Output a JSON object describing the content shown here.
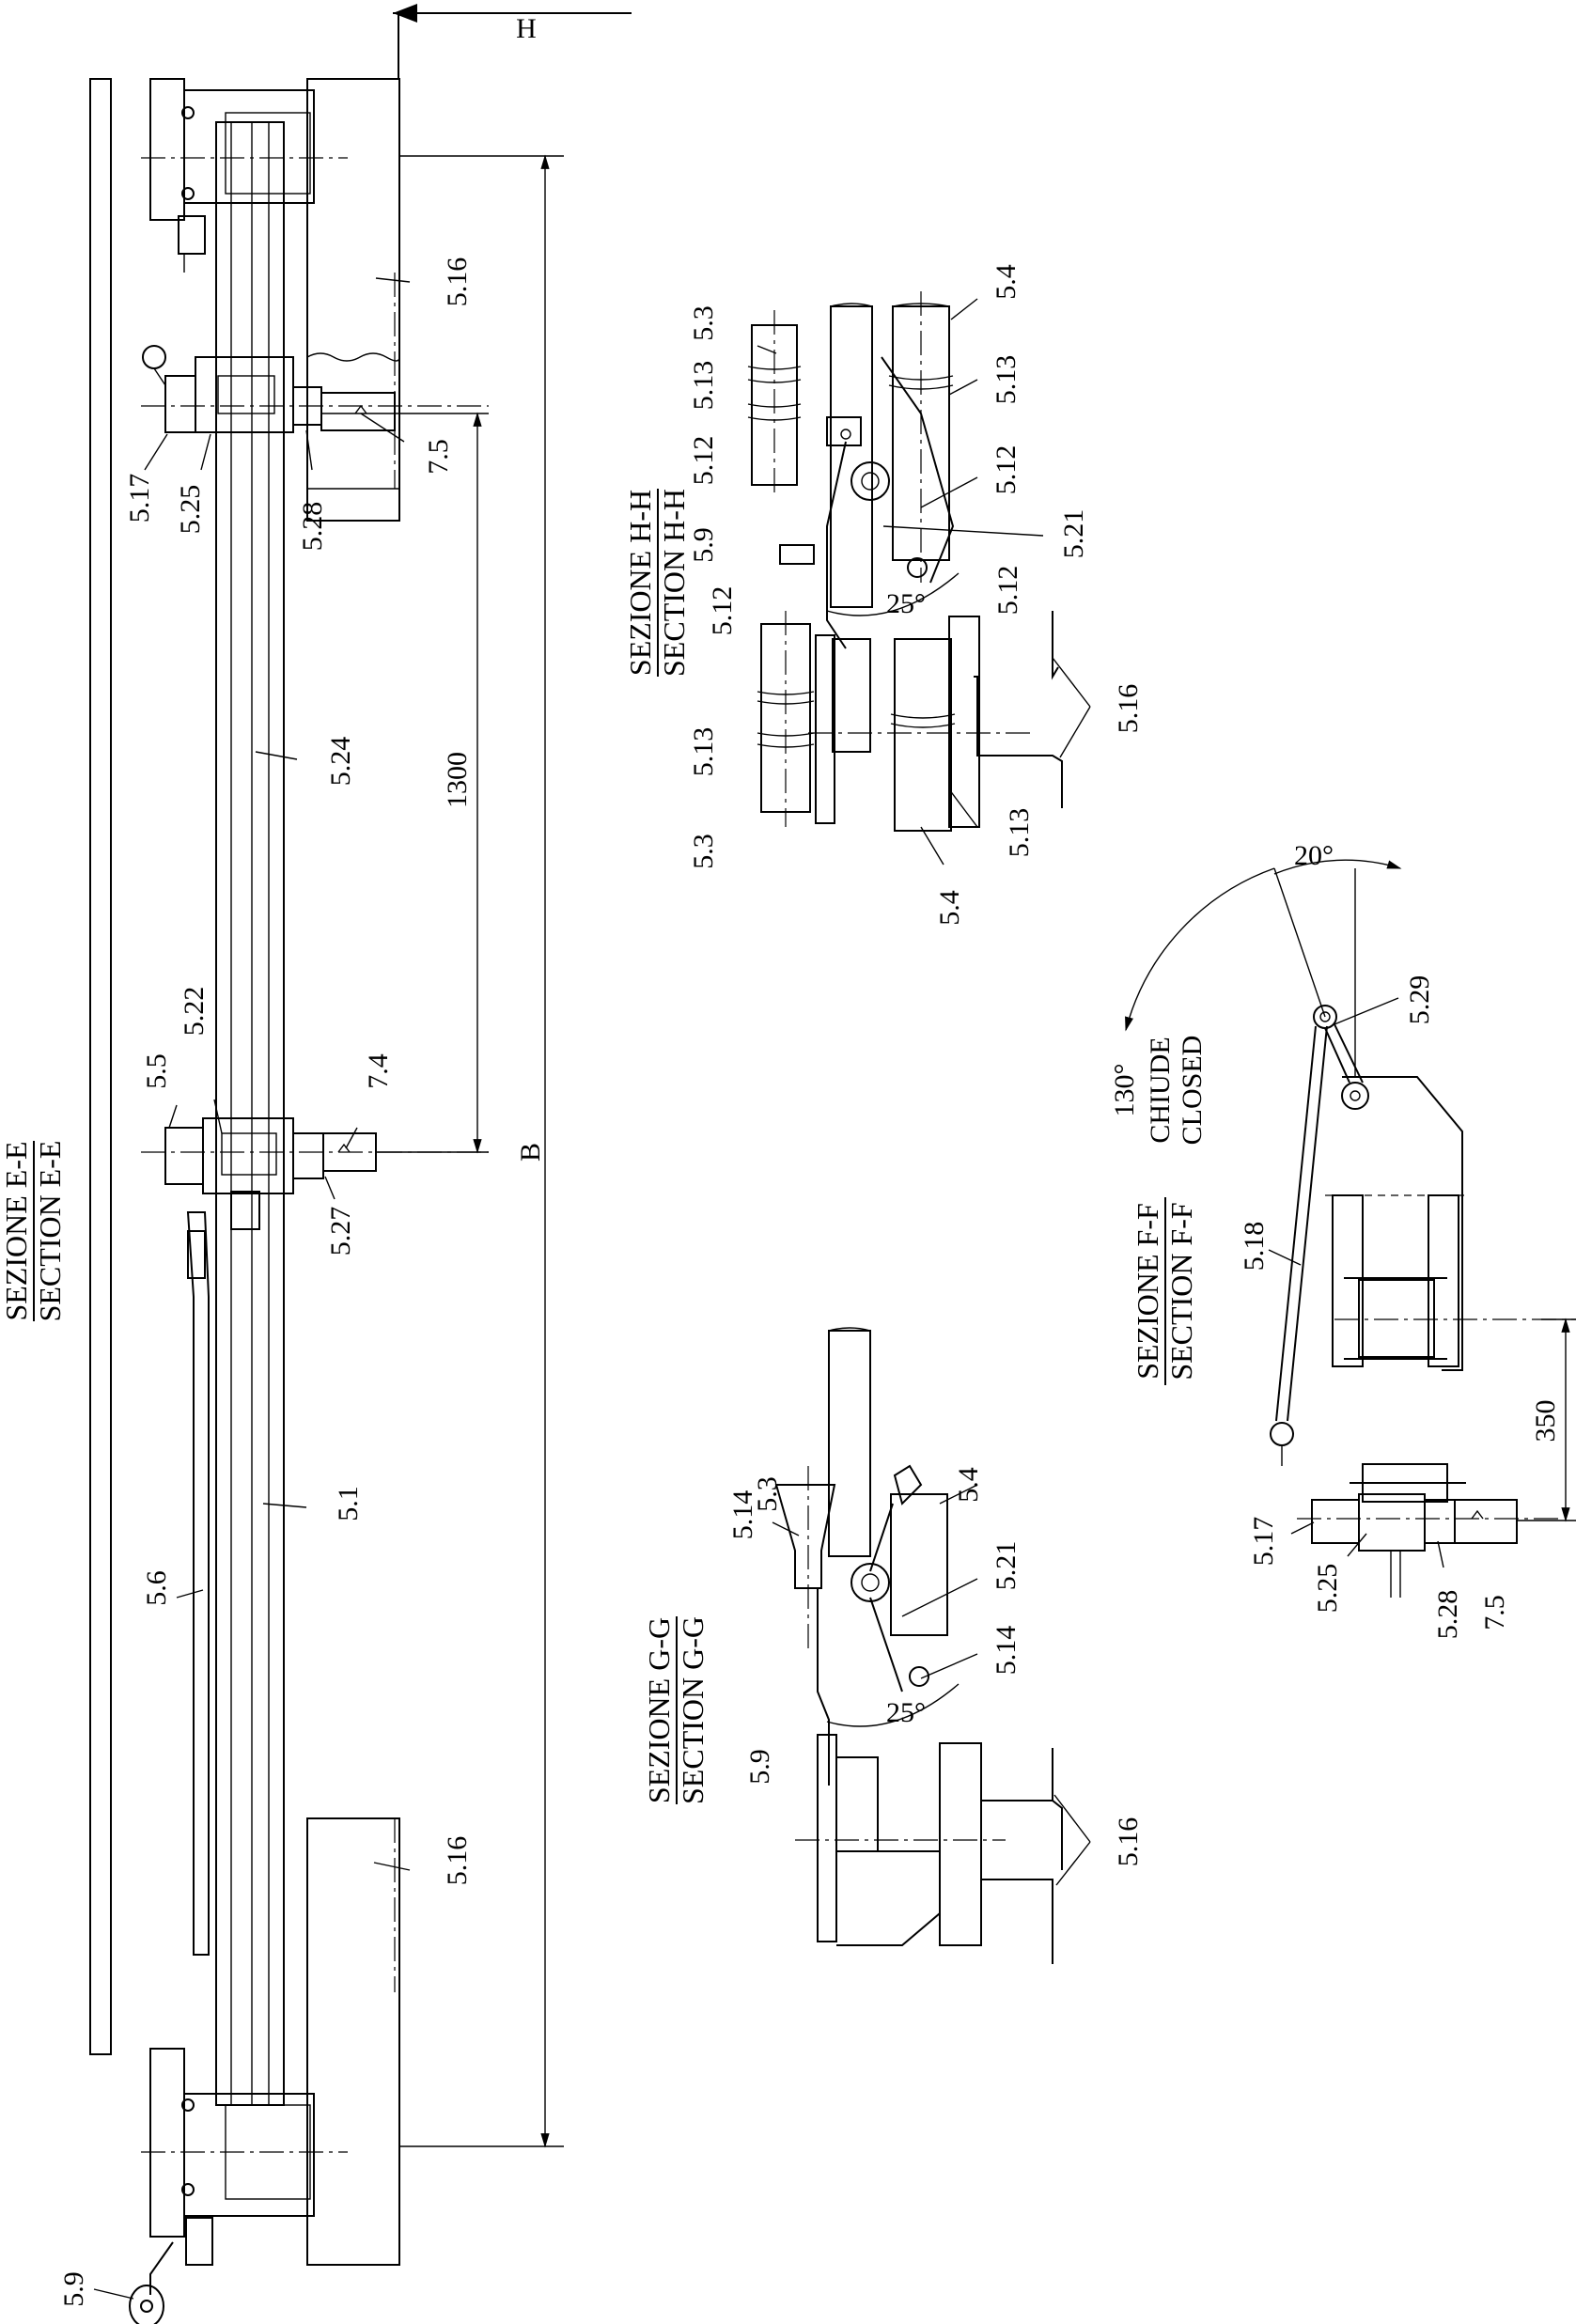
{
  "section_e": {
    "title_it": "SEZIONE E-E",
    "title_en": "SECTION E-E"
  },
  "section_h": {
    "title_it": "SEZIONE H-H",
    "title_en": "SECTION H-H"
  },
  "section_g": {
    "title_it": "SEZIONE G-G",
    "title_en": "SECTION G-G"
  },
  "section_f": {
    "title_it": "SEZIONE F-F",
    "title_en": "SECTION F-F"
  },
  "labels_e": {
    "section_arrow": "H",
    "l_5_16_top": "5.16",
    "l_5_17": "5.17",
    "l_5_25": "5.25",
    "l_5_28": "5.28",
    "l_7_5": "7.5",
    "l_5_24": "5.24",
    "l_5_5": "5.5",
    "l_5_22": "5.22",
    "l_7_4": "7.4",
    "l_5_27": "5.27",
    "l_5_1": "5.1",
    "l_5_6": "5.6",
    "l_5_16_bottom": "5.16",
    "l_5_9": "5.9"
  },
  "dims_e": {
    "d_1300": "1300",
    "d_B": "B"
  },
  "labels_h": {
    "l_5_3_a": "5.3",
    "l_5_13_a": "5.13",
    "l_5_12_a": "5.12",
    "l_5_9": "5.9",
    "l_5_12_b": "5.12",
    "l_5_13_b": "5.13",
    "l_5_3_b": "5.3",
    "l_5_4_a": "5.4",
    "l_5_13_c": "5.13",
    "l_5_12_c": "5.12",
    "l_5_21": "5.21",
    "l_5_12_d": "5.12",
    "l_5_16": "5.16",
    "l_5_13_d": "5.13",
    "l_5_4_b": "5.4",
    "angle": "25°"
  },
  "labels_g": {
    "l_5_3": "5.3",
    "l_5_4": "5.4",
    "l_5_14_a": "5.14",
    "l_5_21": "5.21",
    "l_5_14_b": "5.14",
    "l_5_9": "5.9",
    "l_5_16": "5.16",
    "angle": "25°"
  },
  "labels_f": {
    "angle_20": "20°",
    "angle_130": "130°",
    "closed_it": "CHIUDE",
    "closed_en": "CLOSED",
    "l_5_29": "5.29",
    "l_5_18": "5.18",
    "dim_350": "350",
    "l_5_17": "5.17",
    "l_5_25": "5.25",
    "l_5_28": "5.28",
    "l_7_5": "7.5"
  }
}
